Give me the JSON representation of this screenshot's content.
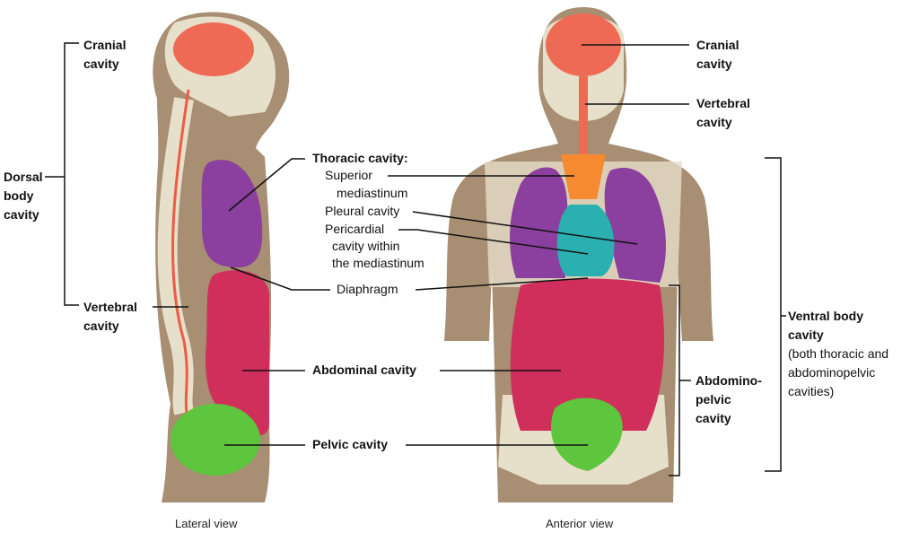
{
  "labels": {
    "cranial_left": [
      "Cranial",
      "cavity"
    ],
    "dorsal": [
      "Dorsal",
      "body",
      "cavity"
    ],
    "vertebral_left": [
      "Vertebral",
      "cavity"
    ],
    "thoracic": "Thoracic cavity:",
    "superior": [
      "Superior",
      "mediastinum"
    ],
    "pleural": "Pleural cavity",
    "pericardial": [
      "Pericardial",
      "cavity within",
      "the mediastinum"
    ],
    "diaphragm": "Diaphragm",
    "abdominal": "Abdominal cavity",
    "pelvic": "Pelvic cavity",
    "cranial_right": [
      "Cranial",
      "cavity"
    ],
    "vertebral_right": [
      "Vertebral",
      "cavity"
    ],
    "ventral": [
      "Ventral body",
      "cavity"
    ],
    "ventral_note": [
      "(both thoracic and",
      "abdominopelvic",
      "cavities)"
    ],
    "abdominopelvic": [
      "Abdomino-",
      "pelvic",
      "cavity"
    ]
  },
  "captions": {
    "lateral": "Lateral view",
    "anterior": "Anterior view"
  },
  "colors": {
    "skin": "#a88e72",
    "bone": "#e6dfca",
    "cranial": "#ee6a55",
    "thoracic": "#8b3f9e",
    "abdominal": "#cf2f5a",
    "pelvic": "#5ec63e",
    "mediastinum": "#f58a30",
    "pericardial": "#2ab0b0"
  }
}
